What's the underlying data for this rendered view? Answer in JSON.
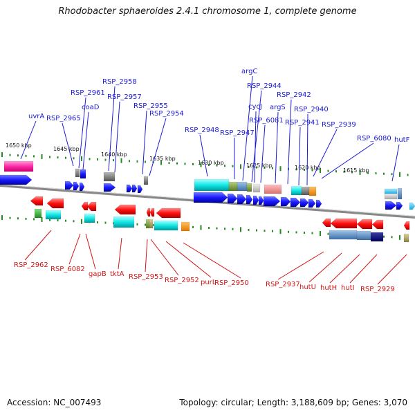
{
  "title": "Rhodobacter sphaeroides 2.4.1 chromosome 1, complete genome",
  "footer": {
    "accession": "Accession: NC_007493",
    "summary": "Topology: circular; Length: 3,188,609 bp; Genes: 3,070"
  },
  "colors": {
    "top_labels": "#1a1ad6",
    "bottom_labels": "#d41414",
    "backbone": "#888888",
    "ticks": "#228b22"
  },
  "scale_labels": [
    "1650 kbp",
    "1645 kbp",
    "1640 kbp",
    "1635 kbp",
    "1630 kbp",
    "1625 kbp",
    "1620 kbp",
    "1615 kbp"
  ],
  "top_labels": [
    "uvrA",
    "RSP_2965",
    "RSP_2961",
    "coaD",
    "RSP_2958",
    "RSP_2957",
    "RSP_2955",
    "RSP_2954",
    "RSP_2948",
    "RSP_2947",
    "argC",
    "RSP_2944",
    "cycJ",
    "RSP_6081",
    "argS",
    "RSP_2942",
    "RSP_2941",
    "RSP_2940",
    "RSP_2939",
    "RSP_6080",
    "hutF"
  ],
  "bottom_labels": [
    "RSP_2962",
    "RSP_6082",
    "gapB",
    "tktA",
    "RSP_2953",
    "RSP_2952",
    "purL",
    "RSP_2950",
    "RSP_2937",
    "hutU",
    "hutH",
    "hutI",
    "RSP_2929"
  ]
}
